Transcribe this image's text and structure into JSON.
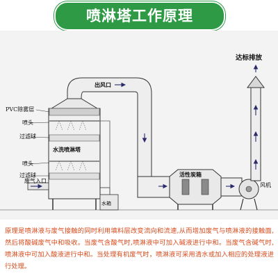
{
  "banner": {
    "title": "喷淋塔工作原理"
  },
  "diagram": {
    "labels": {
      "outlet": "出风口",
      "discharge": "达标排放",
      "pvc_mist": "PVC除雾层",
      "nozzle_top": "喷头",
      "filter_ball_top": "过滤球",
      "tower_name": "水洗喷淋塔",
      "nozzle_bottom": "喷头",
      "filter_ball_bottom": "过滤球",
      "gas_inlet": "废气入口",
      "water_tank": "水箱",
      "carbon_box": "活性炭箱",
      "fan": "风机"
    },
    "colors": {
      "pipe": "#eeeeee",
      "pipe_outline": "#333333",
      "arrow": "#2a2a6a"
    }
  },
  "caption": {
    "text": "原理是喷淋液与废气接触的同时利用填料层改变流向和流速,从而增加废气与喷淋液的接触面,然后将酸碱废气中和吸收。当废气含酸气时,喷淋液中可加入碱液进行中和。当废气含碱气时,喷淋液中可加入酸液进行中和。当处理有机废气时，喷淋液可采用清水或加入相应的处理液进行处理。"
  }
}
